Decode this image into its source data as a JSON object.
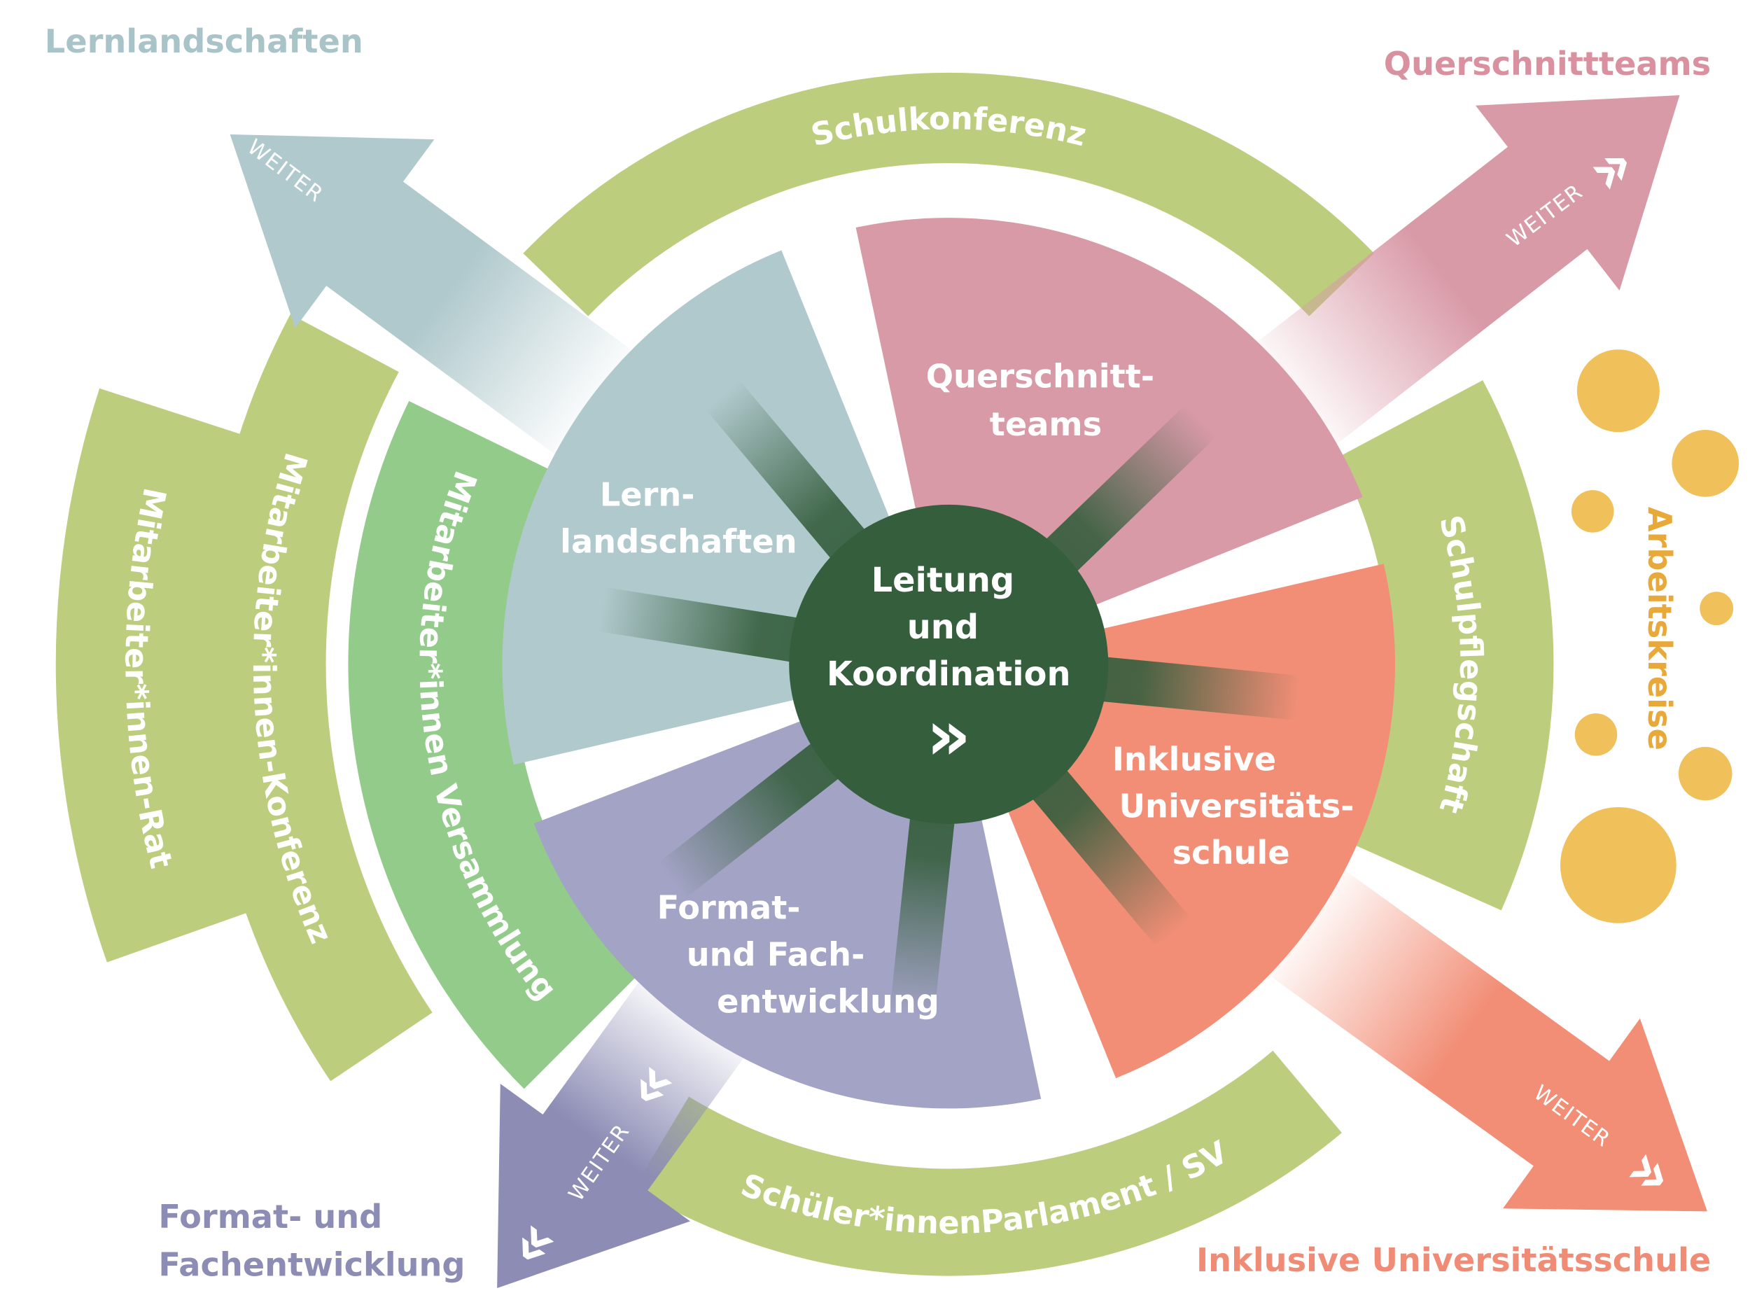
{
  "center": {
    "lines": [
      "Leitung",
      "und",
      "Koordination"
    ],
    "icon": "double-chevron-right-icon",
    "icon_glyph": "»",
    "color": "#355e3d"
  },
  "sectors": {
    "lernlandschaften": {
      "lines": [
        "Lern-",
        "landschaften"
      ],
      "color": "#b0c9cd"
    },
    "querschnittteams": {
      "lines": [
        "Querschnitt-",
        "teams"
      ],
      "color": "#d99aa8"
    },
    "inklusive": {
      "lines": [
        "Inklusive",
        "Universitäts-",
        "schule"
      ],
      "color": "#f28e76"
    },
    "format": {
      "lines": [
        "Format-",
        "und Fach-",
        "entwicklung"
      ],
      "color": "#a3a3c5"
    }
  },
  "arcs": {
    "schulkonferenz": "Schulkonferenz",
    "schulpflegschaft": "Schulpflegschaft",
    "schuelerparlament": "Schüler*innenParlament / SV",
    "versammlung": "Mitarbeiter*innen Versammlung",
    "konferenz": "Mitarbeiter*innen-Konferenz",
    "rat": "Mitarbeiter*innen-Rat",
    "arc_color": "#bccd7e",
    "versammlung_color": "#92cb8a"
  },
  "arrows": {
    "weiter_label": "WEITER",
    "chevron_left": "«",
    "chevron_right": "»"
  },
  "corner_labels": {
    "lernlandschaften": {
      "text": "Lernlandschaften",
      "color": "#a9c4c8"
    },
    "querschnittteams": {
      "text": "Querschnittteams",
      "color": "#d9909f"
    },
    "arbeitskreise": {
      "text": "Arbeitskreise",
      "color": "#e8a93a"
    },
    "format": {
      "lines": [
        "Format- und",
        "Fachentwicklung"
      ],
      "color": "#8c8cb5"
    },
    "inklusive": {
      "text": "Inklusive Universitätsschule",
      "color": "#f08c75"
    }
  },
  "dots_color": "#f0c05a"
}
